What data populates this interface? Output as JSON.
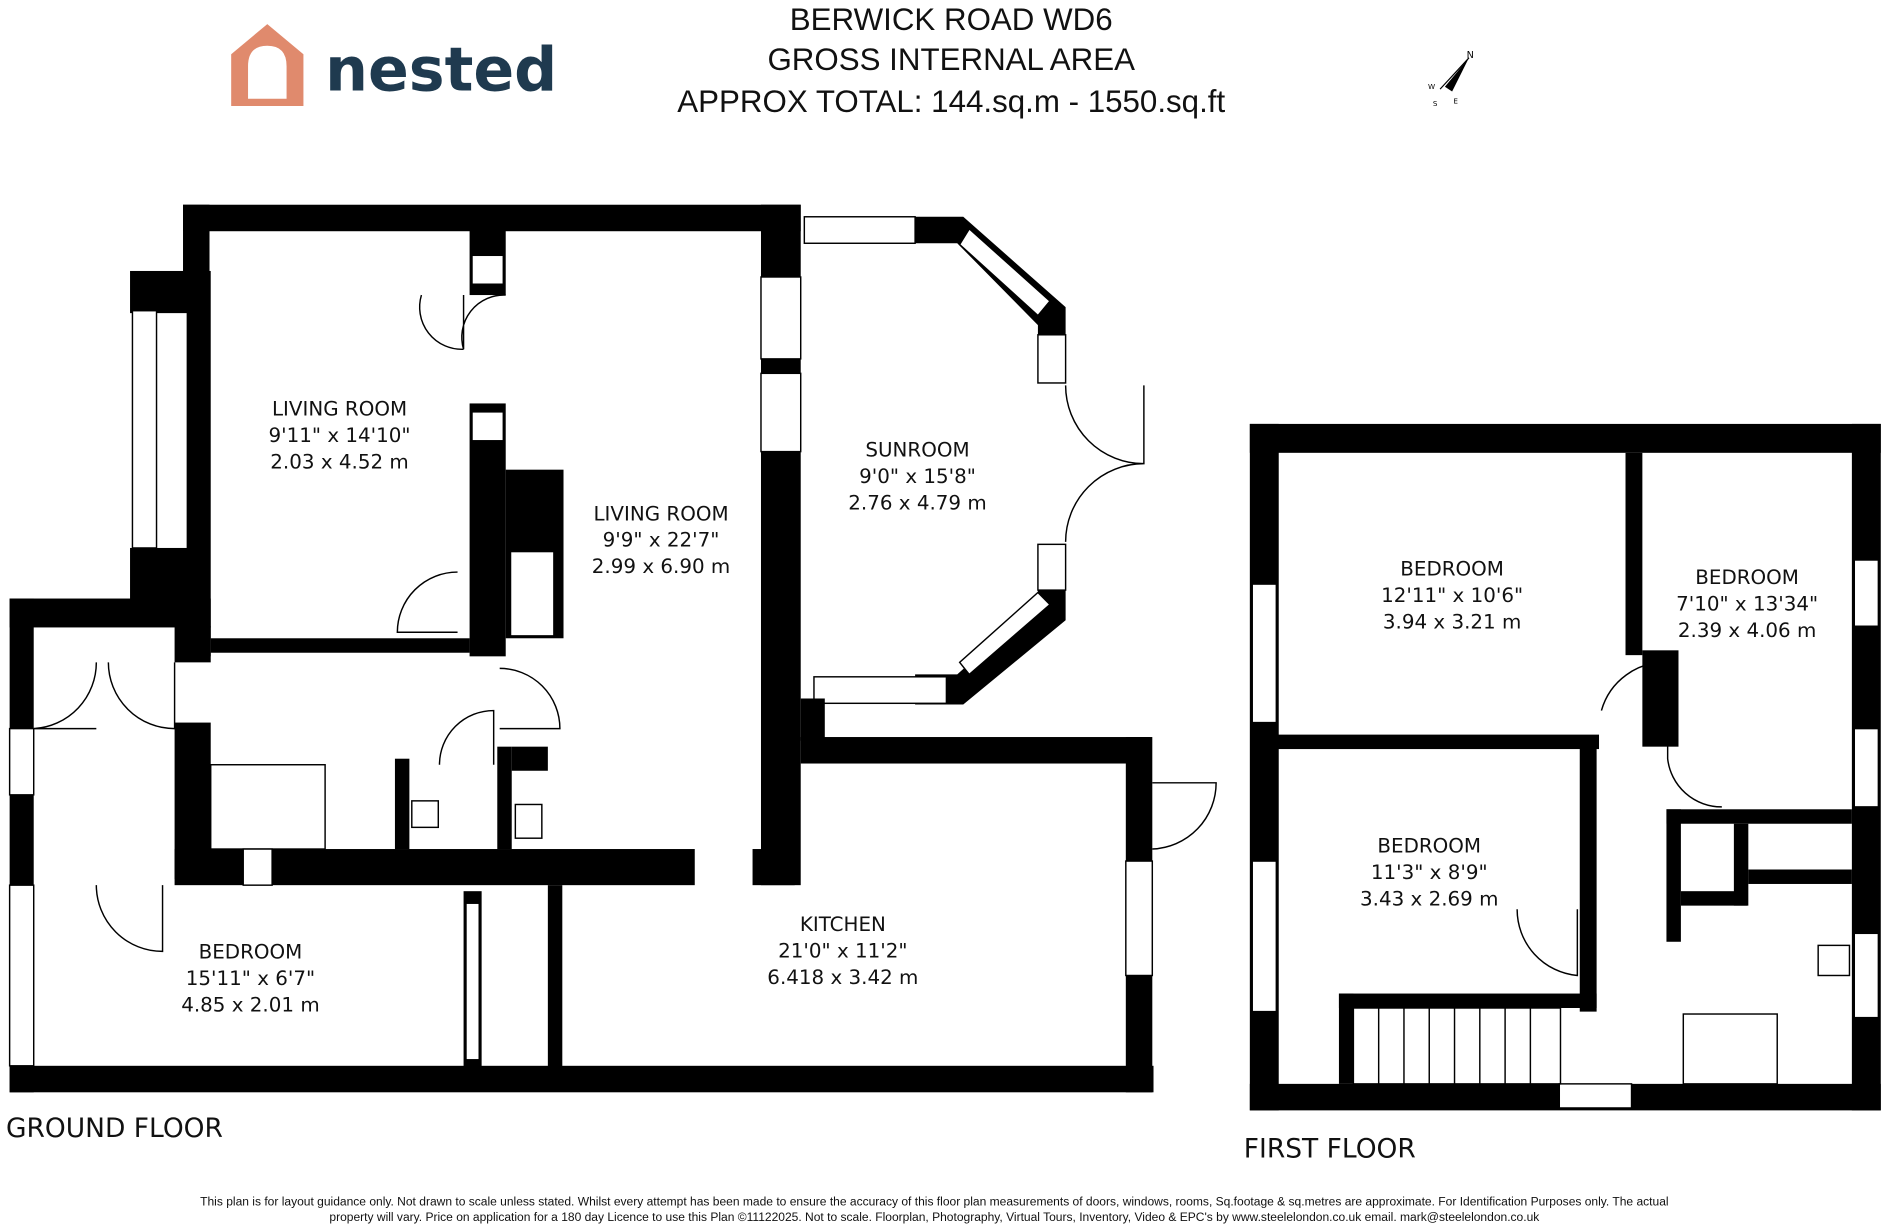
{
  "brand": {
    "name": "nested",
    "color": "#e08a6d",
    "text_color": "#1f3a4f"
  },
  "header": {
    "line1": "BERWICK ROAD WD6",
    "line2": "GROSS INTERNAL AREA",
    "line3": "APPROX TOTAL: 144.sq.m - 1550.sq.ft"
  },
  "compass": {
    "n": "N",
    "s": "S",
    "e": "E",
    "w": "W"
  },
  "ground_floor": {
    "label": "GROUND FLOOR",
    "rooms": [
      {
        "name": "LIVING ROOM",
        "imperial": "9'11\" x 14'10\"",
        "metric": "2.03 x 4.52 m"
      },
      {
        "name": "LIVING ROOM",
        "imperial": "9'9\" x 22'7\"",
        "metric": "2.99 x 6.90 m"
      },
      {
        "name": "SUNROOM",
        "imperial": "9'0\" x 15'8\"",
        "metric": "2.76 x 4.79 m"
      },
      {
        "name": "BEDROOM",
        "imperial": "15'11\" x 6'7\"",
        "metric": "4.85 x 2.01 m"
      },
      {
        "name": "KITCHEN",
        "imperial": "21'0\" x 11'2\"",
        "metric": "6.418 x 3.42 m"
      }
    ]
  },
  "first_floor": {
    "label": "FIRST FLOOR",
    "rooms": [
      {
        "name": "BEDROOM",
        "imperial": "12'11\" x 10'6\"",
        "metric": "3.94 x 3.21 m"
      },
      {
        "name": "BEDROOM",
        "imperial": "7'10\" x 13'34\"",
        "metric": "2.39 x 4.06 m"
      },
      {
        "name": "BEDROOM",
        "imperial": "11'3\" x 8'9\"",
        "metric": "3.43 x 2.69 m"
      }
    ]
  },
  "footer": {
    "line1": "This plan is for layout guidance only. Not drawn to scale unless stated. Whilst every attempt has been made to ensure the accuracy of this floor plan measurements of doors, windows, rooms, Sq.footage & sq.metres are approximate. For Identification Purposes only. The actual",
    "line2": "property will vary. Price on application for a 180 day Licence to use this Plan ©11122025. Not to scale. Floorplan, Photography, Virtual Tours, Inventory, Video & EPC's by www.steelelondon.co.uk  email. mark@steelelondon.co.uk"
  }
}
